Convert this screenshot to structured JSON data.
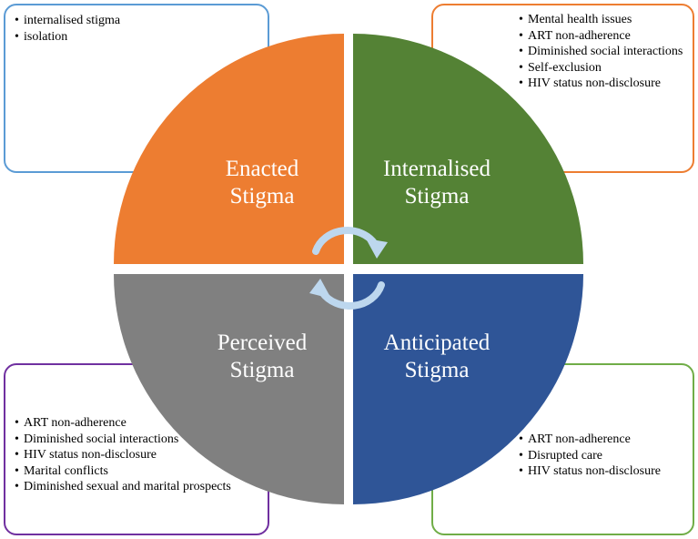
{
  "boxes": {
    "top_left": {
      "items": [
        "internalised stigma",
        "isolation"
      ]
    },
    "top_right": {
      "items": [
        "Mental health issues",
        "ART non-adherence",
        "Diminished social interactions",
        "Self-exclusion",
        "HIV status non-disclosure"
      ]
    },
    "bottom_left": {
      "items": [
        "ART non-adherence",
        "Diminished social interactions",
        "HIV status non-disclosure",
        "Marital conflicts",
        "Diminished sexual and marital prospects"
      ]
    },
    "bottom_right": {
      "items": [
        "ART non-adherence",
        "Disrupted care",
        "HIV status non-disclosure"
      ]
    }
  },
  "quadrants": {
    "enacted": {
      "line1": "Enacted",
      "line2": "Stigma",
      "color": "#ed7d31"
    },
    "internalised": {
      "line1": "Internalised",
      "line2": "Stigma",
      "color": "#548235"
    },
    "perceived": {
      "line1": "Perceived",
      "line2": "Stigma",
      "color": "#808080"
    },
    "anticipated": {
      "line1": "Anticipated",
      "line2": "Stigma",
      "color": "#2f5597"
    }
  },
  "colors": {
    "box_top_left_border": "#5b9bd5",
    "box_top_right_border": "#ed7d31",
    "box_bottom_left_border": "#7030a0",
    "box_bottom_right_border": "#70ad47",
    "cycle_arrows": "#bdd7ee"
  }
}
